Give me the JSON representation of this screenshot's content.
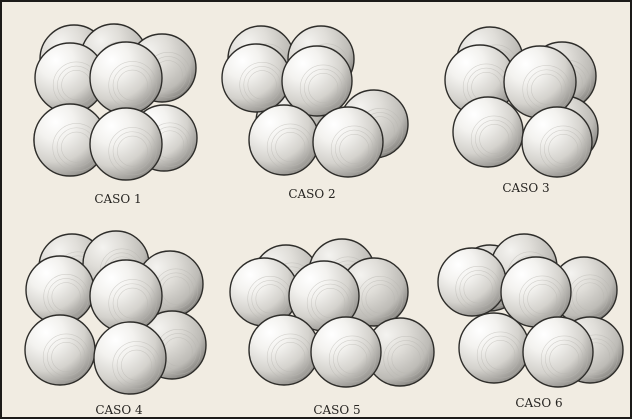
{
  "cases": [
    {
      "label": "CASO 1"
    },
    {
      "label": "CASO 2"
    },
    {
      "label": "CASO 3"
    },
    {
      "label": "CASO 4"
    },
    {
      "label": "CASO 5"
    },
    {
      "label": "CASO 6"
    }
  ],
  "colors": {
    "background": "#f1ece2",
    "sphere_light": "#fbfaf7",
    "sphere_mid": "#d9d7d2",
    "sphere_dark": "#7d7b77",
    "outline": "#2e2d2a"
  }
}
